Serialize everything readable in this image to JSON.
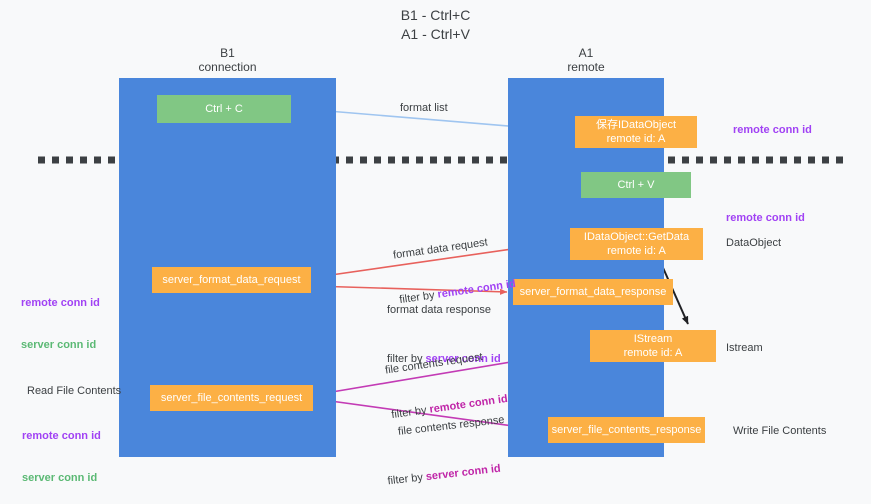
{
  "title": "B1 - Ctrl+C\nA1 - Ctrl+V",
  "lanes": {
    "left": {
      "header": "B1\nconnection"
    },
    "right": {
      "header": "A1\nremote"
    }
  },
  "nodes": {
    "ctrl_c": "Ctrl + C",
    "ctrl_v": "Ctrl + V",
    "save_idataobject": "保存IDataObject\nremote id: A",
    "getdata": "IDataObject::GetData\nremote id: A",
    "istream": "IStream\nremote id: A",
    "server_format_data_request": "server_format_data_request",
    "server_format_data_response": "server_format_data_response",
    "server_file_contents_request": "server_file_contents_request",
    "server_file_contents_response": "server_file_contents_response"
  },
  "annotations": {
    "remote_conn_id_top": "remote conn id",
    "remote_conn_id_mid": "remote conn id",
    "dataobject": "DataObject",
    "istream": "Istream",
    "write_file_contents": "Write File Contents",
    "read_file_contents": "Read File Contents",
    "remote_conn_id": "remote conn id",
    "server_conn_id": "server conn id"
  },
  "edges": {
    "format_list": "format list",
    "format_data_request": "format data request",
    "format_data_request_filter_prefix": "filter by ",
    "format_data_request_filter_key": "remote conn id",
    "format_data_response": "format data response",
    "format_data_response_filter_prefix": "filter by ",
    "format_data_response_filter_key": "server conn id",
    "file_contents_request": "file contents request",
    "file_contents_request_filter_prefix": "filter by ",
    "file_contents_request_filter_key": "remote conn id",
    "file_contents_response": "file contents response",
    "file_contents_response_filter_prefix": "filter by ",
    "file_contents_response_filter_key": "server conn id"
  },
  "colors": {
    "lane": "#4a86db",
    "node_green": "#81c784",
    "node_orange": "#fcb045",
    "accent_purple": "#a142f4",
    "accent_green": "#5bb974",
    "accent_magenta": "#c026a8",
    "arrow_blue": "#9fc5f0",
    "arrow_red": "#e8615c",
    "arrow_black": "#202124",
    "divider": "#3c4043",
    "background": "#f8f9fa"
  }
}
